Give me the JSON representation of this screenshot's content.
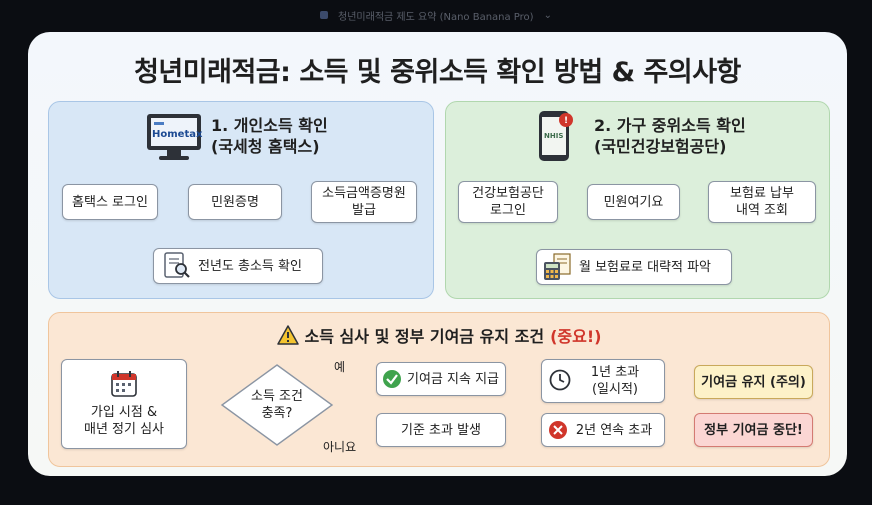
{
  "topbar": {
    "caption": "청년미래적금 제도 요약 (Nano Banana Pro)"
  },
  "title": "청년미래적금: 소득 및 중위소득 확인 방법 & 주의사항",
  "personal": {
    "heading_line1": "1. 개인소득 확인",
    "heading_line2": "(국세청 홈택스)",
    "logo_text": "Hometax",
    "steps": [
      "홈택스 로그인",
      "민원증명",
      "소득금액증명원\n발급",
      "전년도 총소득 확인"
    ]
  },
  "household": {
    "heading_line1": "2. 가구 중위소득 확인",
    "heading_line2": "(국민건강보험공단)",
    "phone_text": "NHIS",
    "steps": [
      "건강보험공단\n로그인",
      "민원여기요",
      "보험료 납부\n내역 조회",
      "월 보험료로 대략적 파악"
    ]
  },
  "warning": {
    "title_main": "소득 심사 및 정부 기여금 유지 조건",
    "title_emphasis": "(중요!)",
    "start": "가입 시점 &\n매년 정기 심사",
    "decision": "소득 조건\n충족?",
    "yes_label": "예",
    "no_label": "아니요",
    "yes_result": "기여금 지속 지급",
    "no_result": "기준 초과 발생",
    "one_year": "1년 초과\n(일시적)",
    "two_year": "2년 연속 초과",
    "keep": "기여금 유지 (주의)",
    "stop": "정부 기여금 중단!"
  },
  "colors": {
    "blue_panel": "#d8e7f6",
    "green_panel": "#dcefdb",
    "orange_panel": "#fbe7d4",
    "emphasis_red": "#d0362b",
    "stop_pink": "#fbd6d3",
    "keep_yellow": "#fdf2c9"
  }
}
